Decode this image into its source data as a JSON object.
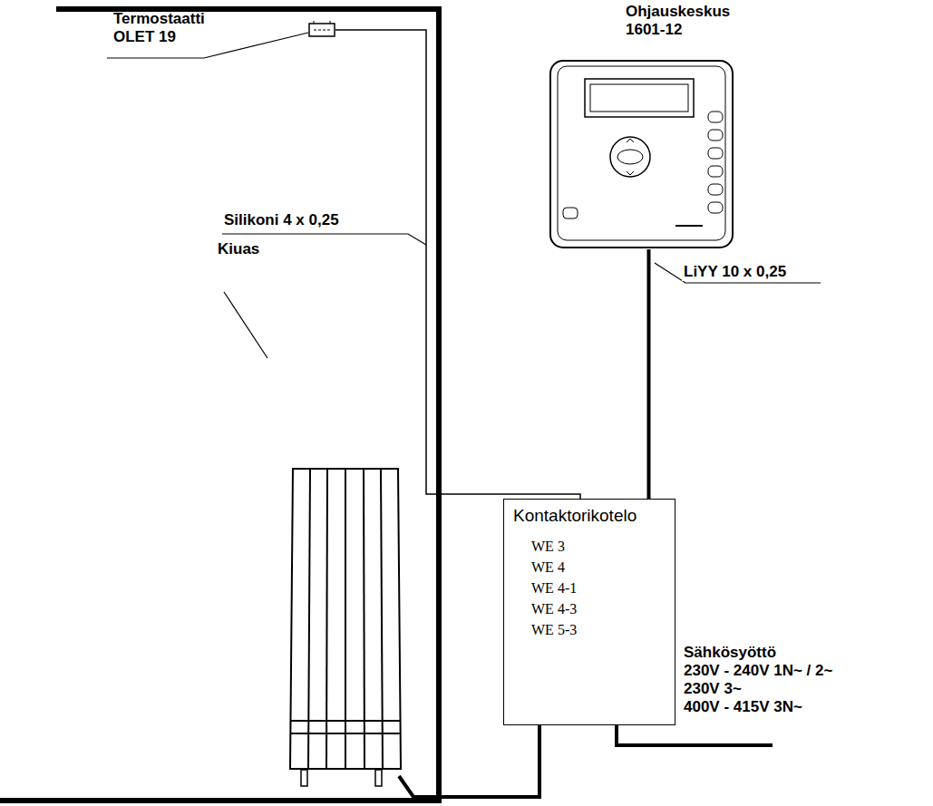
{
  "diagram": {
    "nodes": [
      {
        "text": [
          "Termostaatti OLET 19"
        ]
      },
      {
        "text": [
          "Ohjauskeskus 1601-12"
        ]
      },
      {
        "text": [
          "Kontaktorikotelo",
          "WE 3",
          "WE 4",
          "WE 4-1",
          "WE 4-3",
          "WE 5-3"
        ]
      },
      {
        "text": [
          "Kiuas"
        ]
      }
    ],
    "edges": [
      {
        "from": 0,
        "to": 2,
        "arrow": "none",
        "label": "Silikoni 4 x 0,25"
      },
      {
        "from": 1,
        "to": 2,
        "arrow": "none",
        "label": "LiYY 10 x 0,25"
      },
      {
        "from": 3,
        "to": 2,
        "arrow": "none"
      }
    ],
    "labels": [
      "Sähkösyöttö",
      "230V - 240V 1N~ / 2~",
      "230V 3~",
      "400V - 415V 3N~"
    ]
  }
}
